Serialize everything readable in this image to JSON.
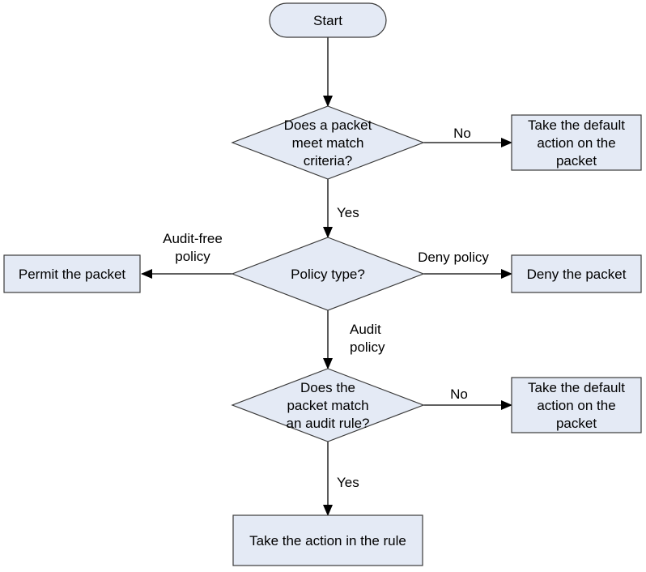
{
  "colors": {
    "node_fill": "#e4eaf5",
    "node_stroke": "#3a3a3a",
    "edge": "#000000",
    "background": "#ffffff"
  },
  "nodes": {
    "start": {
      "shape": "terminator",
      "text": [
        "Start"
      ]
    },
    "decision_match": {
      "shape": "decision",
      "text": [
        "Does a packet",
        "meet match",
        "criteria?"
      ]
    },
    "default_action_1": {
      "shape": "process",
      "text": [
        "Take the default",
        "action on the",
        "packet"
      ]
    },
    "decision_policy": {
      "shape": "decision",
      "text": [
        "Policy type?"
      ]
    },
    "permit": {
      "shape": "process",
      "text": [
        "Permit the packet"
      ]
    },
    "deny": {
      "shape": "process",
      "text": [
        "Deny the packet"
      ]
    },
    "decision_audit": {
      "shape": "decision",
      "text": [
        "Does the",
        "packet match",
        "an audit rule?"
      ]
    },
    "default_action_2": {
      "shape": "process",
      "text": [
        "Take the default",
        "action on the",
        "packet"
      ]
    },
    "take_action": {
      "shape": "process",
      "text": [
        "Take the action in the rule"
      ]
    }
  },
  "edges": [
    {
      "from": "start",
      "to": "decision_match",
      "label": []
    },
    {
      "from": "decision_match",
      "to": "default_action_1",
      "label": [
        "No"
      ]
    },
    {
      "from": "decision_match",
      "to": "decision_policy",
      "label": [
        "Yes"
      ]
    },
    {
      "from": "decision_policy",
      "to": "permit",
      "label": [
        "Audit-free",
        "policy"
      ]
    },
    {
      "from": "decision_policy",
      "to": "deny",
      "label": [
        "Deny policy"
      ]
    },
    {
      "from": "decision_policy",
      "to": "decision_audit",
      "label": [
        "Audit",
        "policy"
      ]
    },
    {
      "from": "decision_audit",
      "to": "default_action_2",
      "label": [
        "No"
      ]
    },
    {
      "from": "decision_audit",
      "to": "take_action",
      "label": [
        "Yes"
      ]
    }
  ]
}
